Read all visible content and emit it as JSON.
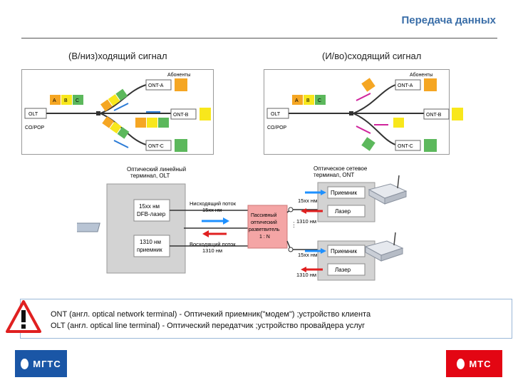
{
  "slide": {
    "title": "Передача данных",
    "downstream_label": "(В/низ)ходящий сигнал",
    "upstream_label": "(И/во)сходящий сигнал"
  },
  "left_diagram": {
    "subscribers": "Абоненты",
    "olt": "OLT",
    "co_pop": "CO/POP",
    "ont_a": "ONT-A",
    "ont_b": "ONT-B",
    "ont_c": "ONT-C",
    "pkt_a": "A",
    "pkt_b": "B",
    "pkt_c": "C"
  },
  "right_diagram": {
    "subscribers": "Абоненты",
    "olt": "OLT",
    "co_pop": "CO/POP",
    "ont_a": "ONT-A",
    "ont_b": "ONT-B",
    "ont_c": "ONT-C",
    "pkt_a": "A",
    "pkt_b": "B",
    "pkt_c": "C"
  },
  "pon": {
    "olt_title_1": "Оптический линейный",
    "olt_title_2": "терминал, OLT",
    "dfb_1": "15xx нм",
    "dfb_2": "DFB-лазер",
    "rx_1": "1310 нм",
    "rx_2": "приемник",
    "down_1": "Нисходящий поток",
    "down_2": "15xx нм",
    "up_1": "Восходящий поток",
    "up_2": "1310 нм",
    "splitter_1": "Пассивный",
    "splitter_2": "оптический",
    "splitter_3": "разветвитель",
    "splitter_4": "1 : N",
    "ont_title_1": "Оптическое сетевое",
    "ont_title_2": "терминал, ONT",
    "ont_rx": "Приемник",
    "ont_laser": "Лазер",
    "wl_15xx": "15xx нм",
    "wl_1310": "1310 нм"
  },
  "info": {
    "ont_def": "ONT (англ. optical network terminal) - Оптичекий приемник(\"модем\") ;устройство клиента",
    "olt_def": "OLT (англ. optical line terminal) - Оптический передатчик ;устройство провайдера услуг"
  },
  "logos": {
    "left": "МГТС",
    "right": "МТС"
  },
  "colors": {
    "title": "#3a6ea8",
    "packet_a": "#f5a623",
    "packet_b": "#f8e71c",
    "packet_c": "#5cb85c",
    "downstream_arrow": "#2a7bd6",
    "upstream_arrow": "#d0249c",
    "pon_down": "#1e90ff",
    "pon_up": "#e02020",
    "splitter": "#f4a5a5",
    "mgts": "#1a56a6",
    "mts": "#e30613"
  }
}
